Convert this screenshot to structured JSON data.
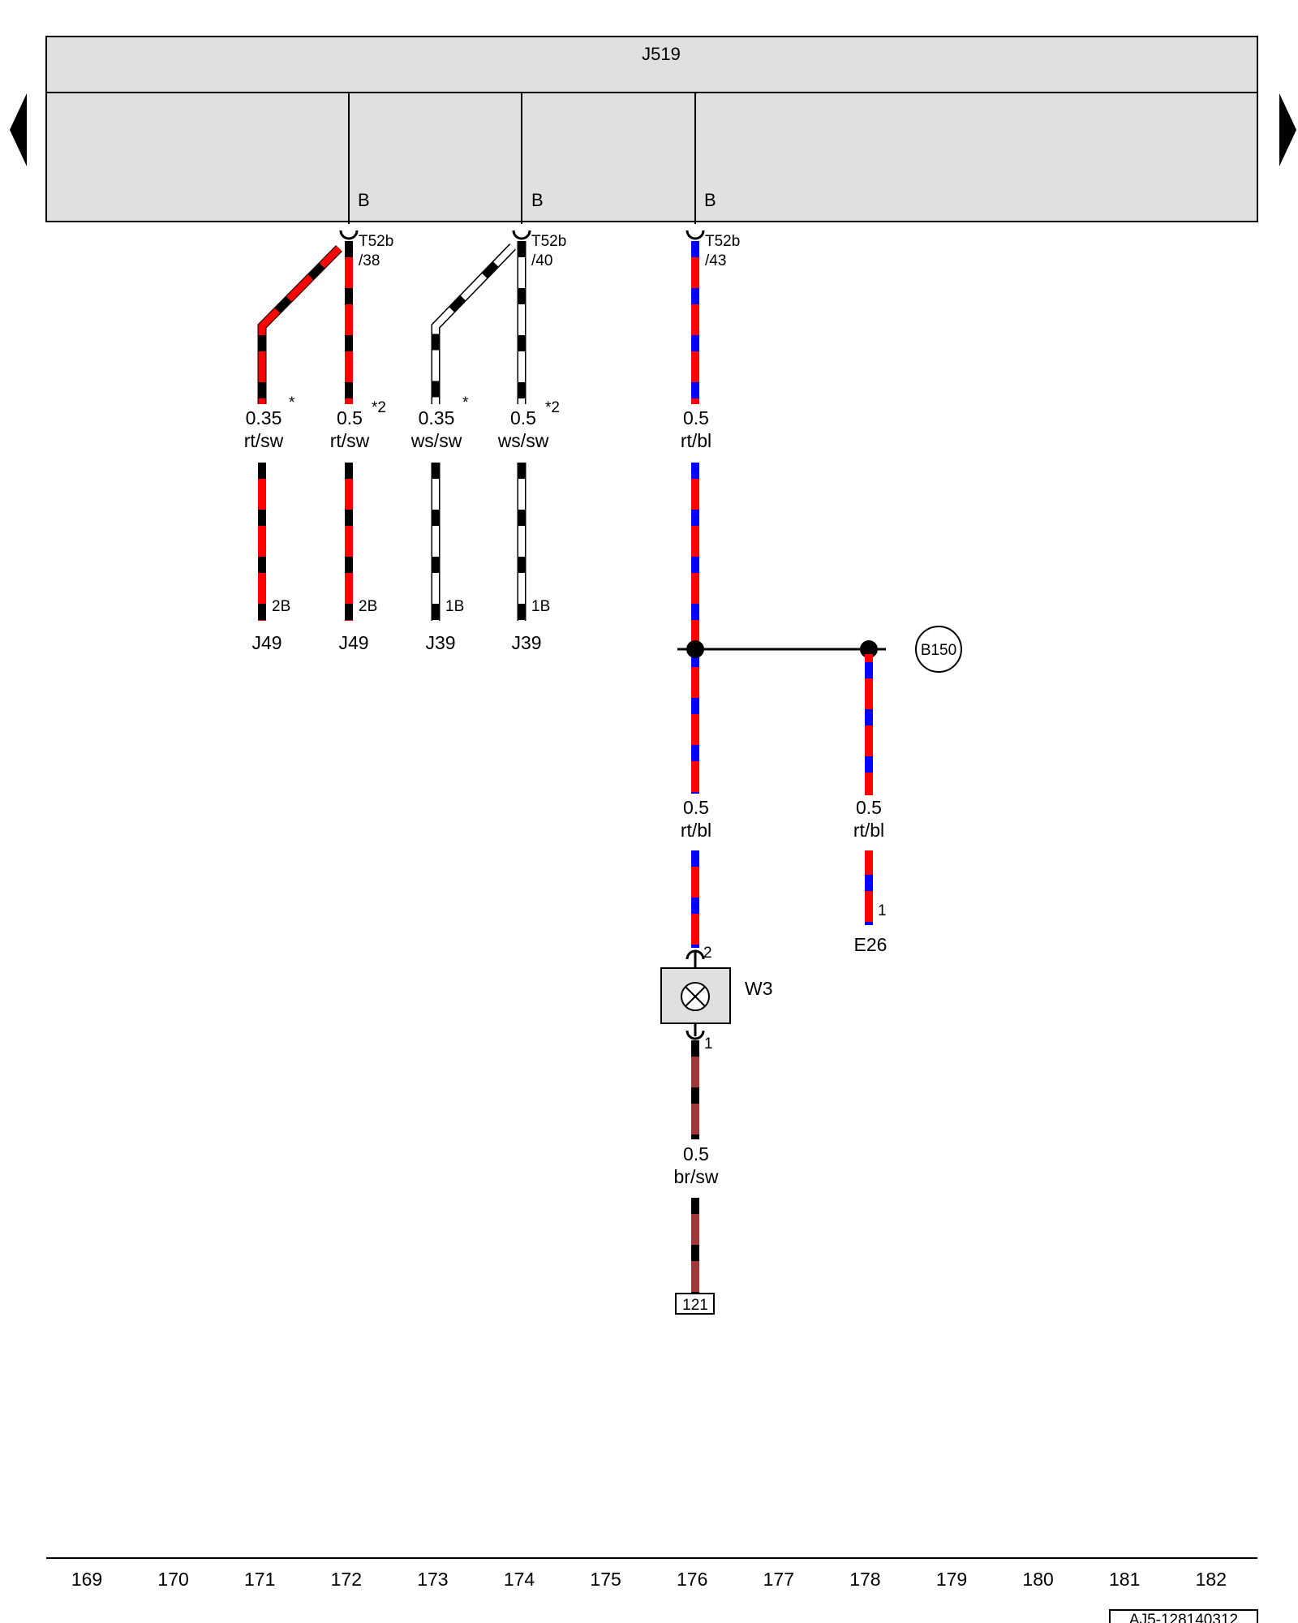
{
  "control_unit": {
    "name": "J519",
    "connector_letter": "B"
  },
  "nav": {
    "prev_icon": "triangle-left-icon",
    "next_icon": "triangle-right-icon"
  },
  "colors": {
    "rt": "#ff0000",
    "sw": "#000000",
    "ws": "#ffffff",
    "bl": "#0000ff",
    "br": "#a0383a",
    "panel": "#e0e0e0"
  },
  "connectors": [
    {
      "id": "T52b",
      "pin": "/38"
    },
    {
      "id": "T52b",
      "pin": "/40"
    },
    {
      "id": "T52b",
      "pin": "/43"
    }
  ],
  "wires": [
    {
      "size": "0.35",
      "color": "rt/sw",
      "note": "*",
      "end_pin": "2B",
      "end_component": "J49"
    },
    {
      "size": "0.5",
      "color": "rt/sw",
      "note": "*2",
      "end_pin": "2B",
      "end_component": "J49"
    },
    {
      "size": "0.35",
      "color": "ws/sw",
      "note": "*",
      "end_pin": "1B",
      "end_component": "J39"
    },
    {
      "size": "0.5",
      "color": "ws/sw",
      "note": "*2",
      "end_pin": "1B",
      "end_component": "J39"
    },
    {
      "size": "0.5",
      "color": "rt/bl"
    },
    {
      "size": "0.5",
      "color": "rt/bl"
    },
    {
      "size": "0.5",
      "color": "rt/bl",
      "end_pin": "1",
      "end_component": "E26"
    },
    {
      "size": "0.5",
      "color": "br/sw"
    }
  ],
  "splice": {
    "label": "B150"
  },
  "lamp": {
    "name": "W3",
    "pin_top": "2",
    "pin_bottom": "1"
  },
  "ground_ref": "121",
  "grid_numbers": [
    "169",
    "170",
    "171",
    "172",
    "173",
    "174",
    "175",
    "176",
    "177",
    "178",
    "179",
    "180",
    "181",
    "182"
  ],
  "doc_ref": "AJ5-128140312"
}
